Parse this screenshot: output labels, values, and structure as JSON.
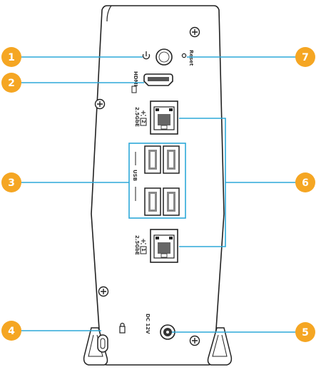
{
  "panel_labels": {
    "hdmi": "HDMI",
    "usb": "USB",
    "reset": "Reset",
    "dc": "DC 12V",
    "lan1": "1",
    "lan2": "2",
    "lan_speed": "2.5GbE"
  },
  "callouts": [
    {
      "number": "1"
    },
    {
      "number": "2"
    },
    {
      "number": "3"
    },
    {
      "number": "4"
    },
    {
      "number": "5"
    },
    {
      "number": "6"
    },
    {
      "number": "7"
    }
  ],
  "colors": {
    "callout": "#f5a623",
    "leader": "#2da8d8",
    "outline": "#222222",
    "panel": "#ffffff"
  }
}
